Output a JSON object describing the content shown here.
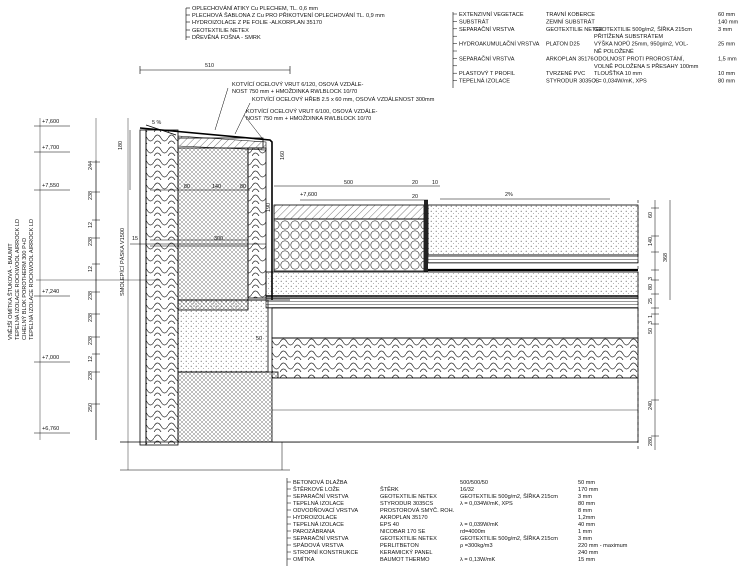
{
  "top_left_notes": [
    "OPLECHOVÁNÍ ATIKY Cu PLECHEM, TL. 0,6 mm",
    "PLECHOVÁ ŠABLONA Z Cu PRO PŘIKOTVENÍ OPLECHOVÁNÍ TL. 0,9 mm",
    "HYDROIZOLACE Z PE FOLIE -ALKORPLAN 35170",
    "GEOTEXTILIE NETEX",
    "DŘEVĚNÁ FOŠNA - SMRK"
  ],
  "anchor_notes": [
    "KOTVÍCÍ OCELOVÝ VRUT 6/120, OSOVÁ VZDÁLE-",
    "NOST 750 mm + HMOŽDINKA RWLBLOCK 10/70",
    "KOTVÍCÍ OCELOVÝ HŘEB 2.5 x 60 mm, OSOVÁ VZDÁLENOST  300mm",
    "KOTVÍCÍ OCELOVÝ VRUT 6/100, OSOVÁ VZDÁLE-",
    "NOST 750 mm + HMOŽDINKA RWLBLOCK 10/70"
  ],
  "roof_layers": [
    {
      "name": "EXTENZIVNÍ VEGETACE",
      "product": "TRAVNÍ KOBERCE",
      "spec": "",
      "value": "60 mm"
    },
    {
      "name": "SUBSTRÁT",
      "product": "ZEMNÍ SUBSTRÁT",
      "spec": "",
      "value": "140 mm"
    },
    {
      "name": "SEPARAČNÍ VRSTVA",
      "product": "GEOTEXTILIE NETEX",
      "spec": "GEOTEXTILIE 500g/m2, ŠÍŘKA 215cm",
      "value": "3 mm"
    },
    {
      "name": "",
      "product": "",
      "spec": "PŘITÍŽENÁ SUBSTRÁTEM",
      "value": ""
    },
    {
      "name": "HYDROAKUMULAČNÍ VRSTVA",
      "product": "PLATON D25",
      "spec": "VÝŠKA NOPŮ 25mm, 950g/m2, VOL-",
      "value": "25 mm"
    },
    {
      "name": "",
      "product": "",
      "spec": "NĚ POLOŽENÉ",
      "value": ""
    },
    {
      "name": "SEPARAČNÍ VRSTVA",
      "product": "ARKOPLAN 35176",
      "spec": "ODOLNOST PROTI PROROSTÁNÍ,",
      "value": "1,5 mm"
    },
    {
      "name": "",
      "product": "",
      "spec": "VOLNĚ POLOŽENA S PŘESAHY 100mm",
      "value": ""
    },
    {
      "name": "PLASTOVÝ T PROFIL",
      "product": "TVRZENÉ PVC",
      "spec": "TLOUŠŤKA 10 mm",
      "value": "10 mm"
    },
    {
      "name": "TEPELNÁ IZOLACE",
      "product": "STYRODUR 3035CS",
      "spec": "λ = 0,034W/mK, XPS",
      "value": "80 mm"
    }
  ],
  "floor_layers": [
    {
      "name": "BETONOVÁ DLAŽBA",
      "product": "",
      "spec": "500/500/50",
      "value": "50 mm"
    },
    {
      "name": "ŠTĚRKOVÉ LOŽE",
      "product": "ŠTĚRK",
      "spec": "16/32",
      "value": "170 mm"
    },
    {
      "name": "SEPARAČNÍ VRSTVA",
      "product": "GEOTEXTILIE NETEX",
      "spec": "GEOTEXTILIE 500g/m2, ŠÍŘKA 215cm",
      "value": "3 mm"
    },
    {
      "name": "TEPELNÁ IZOLACE",
      "product": "STYRODUR 3035CS",
      "spec": "λ = 0,034W/mK, XPS",
      "value": "80 mm"
    },
    {
      "name": "ODVODŇOVACÍ VRSTVA",
      "product": "PROSTOROVÁ SMYČ. ROH.",
      "spec": "",
      "value": "8 mm"
    },
    {
      "name": "HYDROIZOLACE",
      "product": "AKROPLAN 35170",
      "spec": "",
      "value": "1,2mm"
    },
    {
      "name": "TEPELNÁ IZOLACE",
      "product": "EPS 40",
      "spec": "λ = 0,039W/mK",
      "value": "40 mm"
    },
    {
      "name": "PAROZÁBRANA",
      "product": "NICOBAR 170 SE",
      "spec": "rd=4000m",
      "value": "1 mm"
    },
    {
      "name": "SEPARAČNÍ VRSTVA",
      "product": "GEOTEXTILIE NETEX",
      "spec": "GEOTEXTILIE 500g/m2, ŠÍŘKA 215cm",
      "value": "3 mm"
    },
    {
      "name": "SPÁDOVÁ VRSTVA",
      "product": "PERLITBETON",
      "spec": "ρ =300kg/m3",
      "value": "220 mm - maximum"
    },
    {
      "name": "STROPNÍ KONSTRUKCE",
      "product": "KERAMICKÝ PANEL",
      "spec": "",
      "value": "240 mm"
    },
    {
      "name": "OMÍTKA",
      "product": "BAUMOT THERMO",
      "spec": "λ = 0,13W/mK",
      "value": "15 mm"
    }
  ],
  "levels": [
    "+7,600",
    "+7,700",
    "+7,550",
    "+7,240",
    "+7,000",
    "+6,760",
    "+7,600"
  ],
  "wall_labels": [
    "VNĚJŠÍ OMÍTKA ŠTUKOVÁ - BAUMIT",
    "TEPELNÁ IZOLACE ROCKWOOL AIRROCK LD",
    "CIHELNÝ BLOK POROTHERM 300 P+D",
    "TEPELNÁ IZOLACE ROCKWOOL AIRROCK LD"
  ],
  "tape_label": "SMOLEPÍCÍ PÁSKA V1500",
  "slope": [
    "5 %",
    "2%"
  ],
  "dims": {
    "top_width": "510",
    "d80a": "80",
    "d140": "140",
    "d80b": "80",
    "d15": "15",
    "d300": "300",
    "d50": "50",
    "d500": "500",
    "d20a": "20",
    "d20b": "20",
    "d10": "10",
    "v180": "180",
    "v160": "160",
    "v190": "190",
    "left_col": [
      "244",
      "238",
      "12",
      "238",
      "12",
      "238",
      "238",
      "238",
      "12",
      "238",
      "250"
    ],
    "right_col": [
      "60",
      "140",
      "368",
      "3",
      "80",
      "25",
      "1",
      "3",
      "50",
      "240",
      "280"
    ]
  }
}
